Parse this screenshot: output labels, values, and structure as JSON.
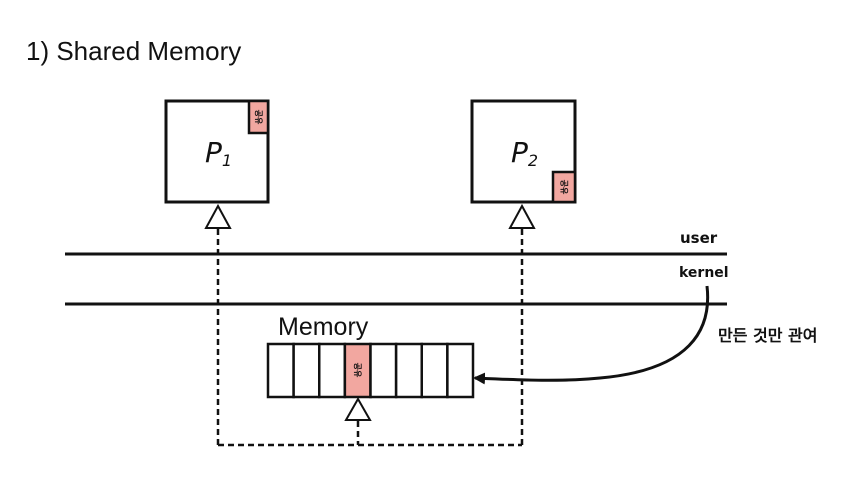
{
  "title": "1) Shared Memory",
  "colors": {
    "stroke": "#111111",
    "shared_fill": "#f2a7a0",
    "background": "#ffffff"
  },
  "processes": [
    {
      "id": "p1",
      "label": "P",
      "subscript": "1",
      "shared_label": "공유",
      "shared_position": "top-right"
    },
    {
      "id": "p2",
      "label": "P",
      "subscript": "2",
      "shared_label": "공유",
      "shared_position": "bottom-right"
    }
  ],
  "layers": {
    "user_label": "user",
    "kernel_label": "kernel"
  },
  "memory": {
    "label": "Memory",
    "cell_count": 8,
    "shared_cell_index": 3,
    "shared_label": "공유"
  },
  "annotation": {
    "text": "만든 것만 관여"
  }
}
